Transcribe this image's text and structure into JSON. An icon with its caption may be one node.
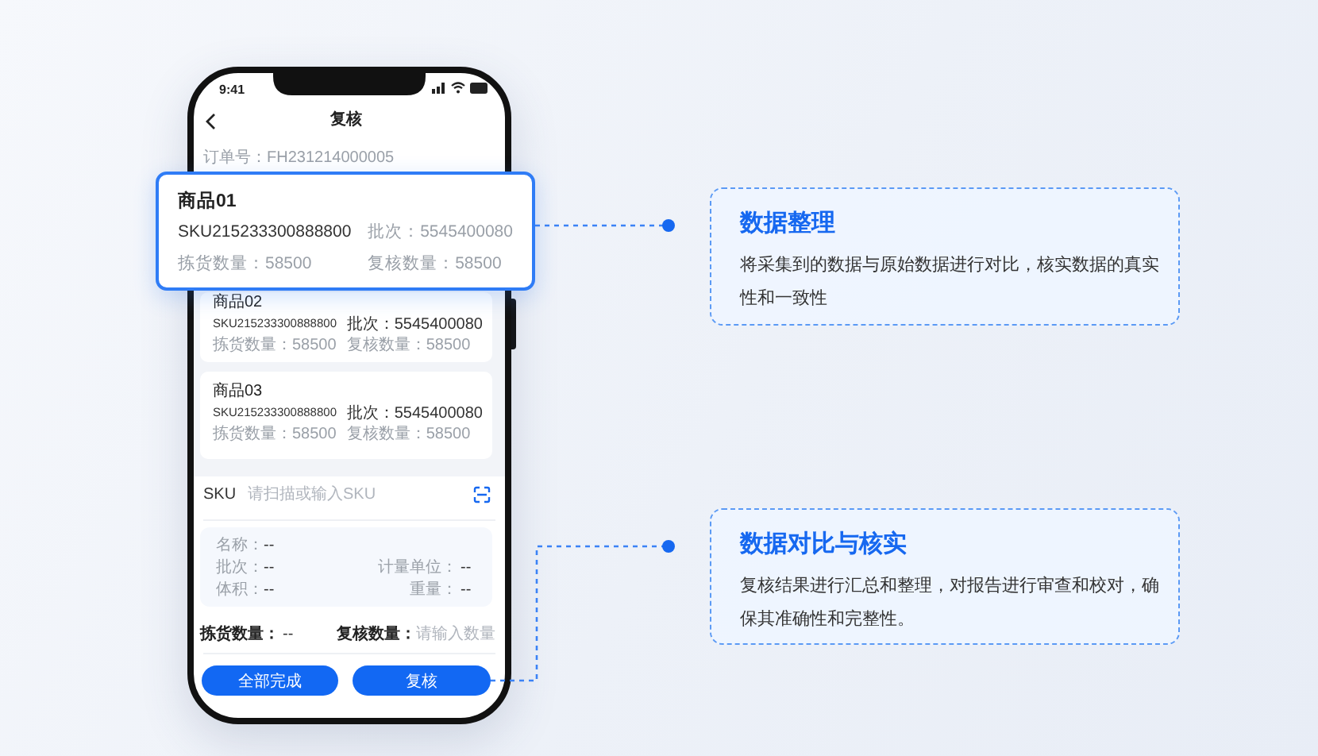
{
  "diagram": {
    "nodes": [
      {
        "text": [
          "商品01",
          "SKU215233300888800",
          "批次：5545400080",
          "拣货数量：58500",
          "复核数量：58500"
        ]
      },
      {
        "text": [
          "数据整理",
          "将采集到的数据与原始数据进行对比，核实数据的真实性和一致性"
        ]
      },
      {
        "text": [
          "商品02",
          "SKU215233300888800",
          "批次：5545400080",
          "拣货数量：58500",
          "复核数量：58500"
        ]
      },
      {
        "text": [
          "商品03",
          "SKU215233300888800",
          "批次：5545400080",
          "拣货数量：58500",
          "复核数量：58500"
        ]
      },
      {
        "text": [
          "全部完成"
        ]
      },
      {
        "text": [
          "复核"
        ]
      },
      {
        "text": [
          "数据对比与核实",
          "复核结果进行汇总和整理，对报告进行审查和校对，确保其准确性和完整性。"
        ]
      }
    ],
    "edges": [
      {
        "from": 0,
        "to": 1,
        "arrow": "other",
        "style": "dashed"
      },
      {
        "from": 5,
        "to": 6,
        "arrow": "other",
        "style": "dashed"
      }
    ],
    "labels": [
      "9:41",
      "复核",
      "订单号：FH231214000005",
      "SKU",
      "请扫描或输入SKU",
      "名称：",
      "--",
      "批次：",
      "--",
      "计量单位：",
      "--",
      "体积：",
      "--",
      "重量：",
      "--",
      "拣货数量：",
      "--",
      "复核数量：",
      "请输入数量"
    ]
  }
}
